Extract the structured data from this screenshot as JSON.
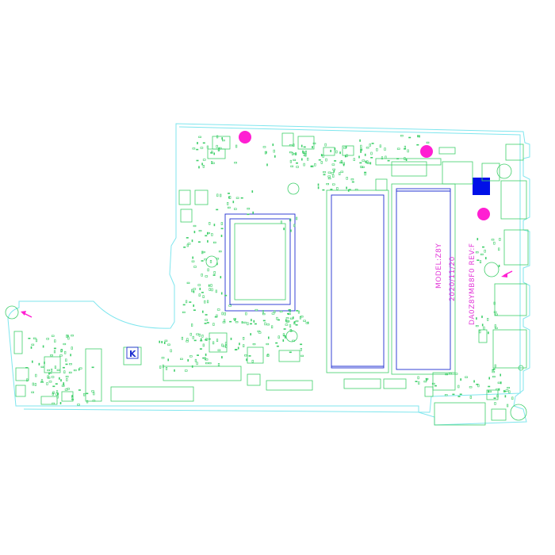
{
  "board": {
    "model_line": "MODEL:Z8Y",
    "date_line": "2020/11/20",
    "part_line": "DA0Z8YMB8F0  REV:F",
    "chip_mark": "K"
  },
  "colors": {
    "outline": "#7fe6ee",
    "components": "#3fcf6a",
    "highlight_blue": "#1f2fd0",
    "markers": "#ff1fd2",
    "text": "#e23ad8"
  }
}
